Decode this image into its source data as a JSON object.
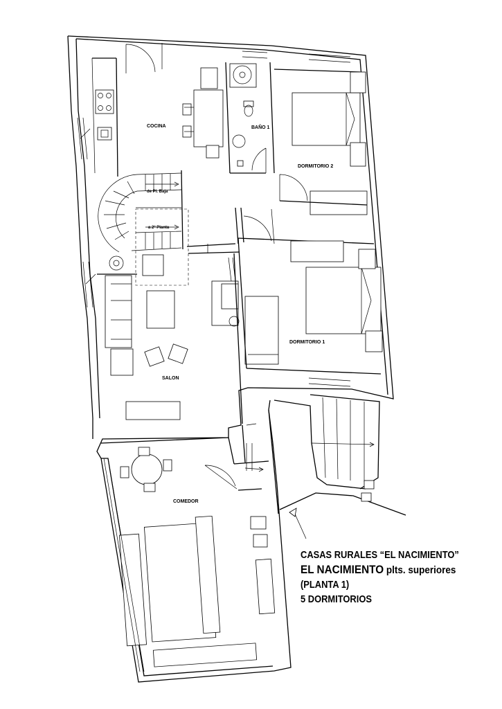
{
  "plan": {
    "rooms": {
      "cocina": "COCINA",
      "bano1": "BAÑO 1",
      "dormitorio2": "DORMITORIO 2",
      "dormitorio1": "DORMITORIO 1",
      "salon": "SALON",
      "comedor": "COMEDOR"
    },
    "stairs": {
      "down_label": "de Pl. Baja",
      "up_label": "a 2ª Planta"
    }
  },
  "caption": {
    "line1": "CASAS RURALES “EL NACIMIENTO”",
    "line2_strong": "EL NACIMIENTO",
    "line2_rest": " plts. superiores",
    "line3": "(PLANTA  1)",
    "line4": "5 DORMITORIOS"
  }
}
